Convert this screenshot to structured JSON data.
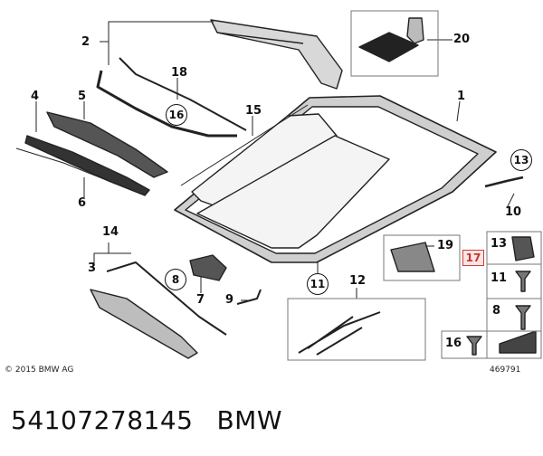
{
  "callouts": {
    "c1": "1",
    "c2": "2",
    "c3": "3",
    "c4": "4",
    "c5": "5",
    "c6": "6",
    "c7": "7",
    "c8": "8",
    "c9": "9",
    "c10": "10",
    "c11": "11",
    "c12": "12",
    "c13": "13",
    "c14": "14",
    "c15": "15",
    "c16": "16",
    "c17": "17",
    "c18": "18",
    "c19": "19",
    "c20": "20"
  },
  "side_panel": {
    "s13": "13",
    "s11": "11",
    "s8": "8",
    "s16": "16"
  },
  "footer": {
    "copyright": "© 2015 BMW AG",
    "image_number": "469791"
  },
  "part": {
    "number": "54107278145",
    "brand": "BMW"
  },
  "colors": {
    "highlight_border": "#d23a3a",
    "highlight_fill": "#fbe4e4"
  }
}
